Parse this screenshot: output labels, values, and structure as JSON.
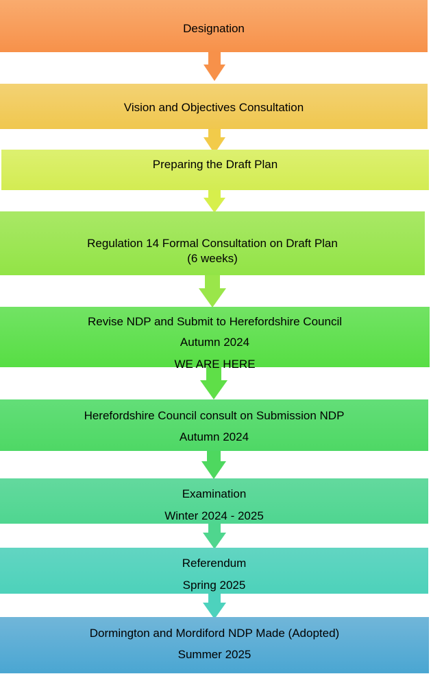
{
  "steps": [
    {
      "lines": [
        "Designation"
      ],
      "color_top": "#f9ab6e",
      "color_bottom": "#f7914a"
    },
    {
      "lines": [
        "Vision and Objectives Consultation"
      ],
      "color_top": "#f3d274",
      "color_bottom": "#f0c74e"
    },
    {
      "lines": [
        "Preparing the Draft Plan"
      ],
      "color_top": "#ddf070",
      "color_bottom": "#d3ec52"
    },
    {
      "lines": [
        "Regulation 14 Formal Consultation on Draft Plan",
        "(6 weeks)"
      ],
      "color_top": "#a9e866",
      "color_bottom": "#92e446"
    },
    {
      "lines": [
        "Revise NDP and Submit to Herefordshire Council",
        "Autumn 2024",
        "WE ARE HERE"
      ],
      "color_top": "#72e364",
      "color_bottom": "#57de44"
    },
    {
      "lines": [
        "Herefordshire Council consult on Submission NDP",
        "Autumn 2024"
      ],
      "color_top": "#63de78",
      "color_bottom": "#4ed865"
    },
    {
      "lines": [
        "Examination",
        "Winter 2024 - 2025"
      ],
      "color_top": "#63d99e",
      "color_bottom": "#4fd690"
    },
    {
      "lines": [
        "Referendum",
        "Spring 2025"
      ],
      "color_top": "#62d5c2",
      "color_bottom": "#4dd2ba"
    },
    {
      "lines": [
        "Dormington and Mordiford NDP Made (Adopted)",
        "Summer 2025"
      ],
      "color_top": "#71b6d9",
      "color_bottom": "#4aa6d2"
    }
  ],
  "arrows": [
    {
      "color": "#f7914a"
    },
    {
      "color": "#f2cb4a"
    },
    {
      "color": "#d7ef4c"
    },
    {
      "color": "#9ae64a"
    },
    {
      "color": "#5fdf48"
    },
    {
      "color": "#4ed85f"
    },
    {
      "color": "#4fd68e"
    },
    {
      "color": "#4dd2bd"
    }
  ]
}
